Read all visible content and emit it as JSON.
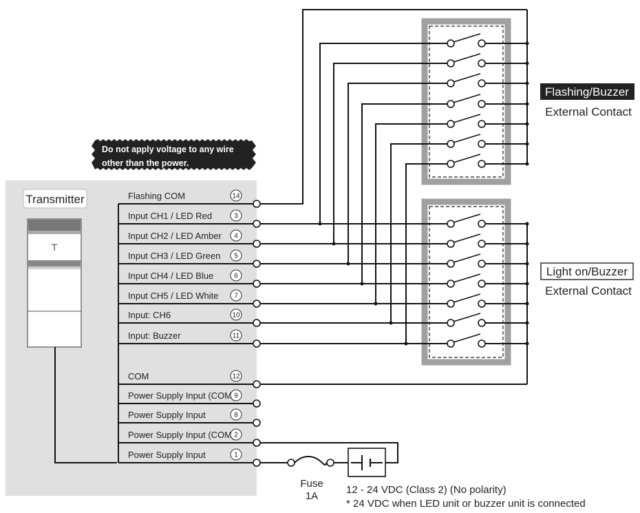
{
  "warning": {
    "line1": "Do not apply voltage to any wire",
    "line2": "other than the power."
  },
  "transmitter": {
    "title": "Transmitter",
    "logo": "T"
  },
  "terminals": [
    {
      "label": "Flashing COM",
      "number": "14"
    },
    {
      "label": "Input CH1 / LED Red",
      "number": "3"
    },
    {
      "label": "Input CH2 / LED Amber",
      "number": "4"
    },
    {
      "label": "Input CH3 / LED Green",
      "number": "5"
    },
    {
      "label": "Input CH4 / LED Blue",
      "number": "6"
    },
    {
      "label": "Input CH5 / LED White",
      "number": "7"
    },
    {
      "label": "Input: CH6",
      "number": "10"
    },
    {
      "label": "Input: Buzzer",
      "number": "11"
    },
    {
      "label": "COM",
      "number": "12"
    },
    {
      "label": "Power Supply Input (COM)",
      "number": "9"
    },
    {
      "label": "Power Supply Input",
      "number": "8"
    },
    {
      "label": "Power Supply Input (COM)",
      "number": "2"
    },
    {
      "label": "Power Supply Input",
      "number": "1"
    }
  ],
  "contacts": {
    "flashing_title": "Flashing/Buzzer",
    "flashing_subtitle": "External Contact",
    "light_title": "Light on/Buzzer",
    "light_subtitle": "External Contact"
  },
  "fuse": {
    "label": "Fuse",
    "rating": "1A"
  },
  "power_note": {
    "line1": "12 - 24 VDC (Class 2) (No polarity)",
    "line2": "* 24 VDC when LED unit or buzzer unit is connected"
  },
  "colors": {
    "panel": "#e0e0e0",
    "box_border": "#a0a0a0",
    "wire": "#111111",
    "badge": "#222222"
  }
}
